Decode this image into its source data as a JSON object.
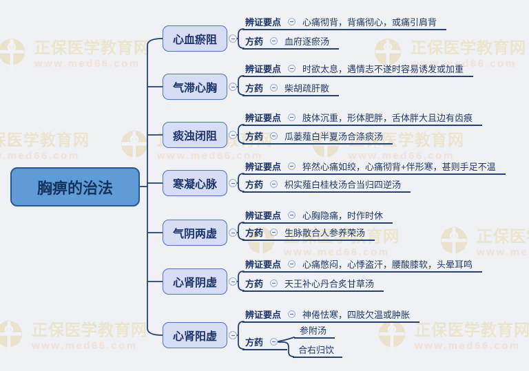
{
  "page": {
    "background": "#F0F1F5"
  },
  "colors": {
    "line": "#24406F",
    "root_fill": "#5F9CD6",
    "root_border": "#2A5794",
    "branch_fill": "#D7DDF5",
    "branch_border": "#4D73B8",
    "text": "#203A68",
    "watermark_brand": "#EBE4CE",
    "watermark_url": "#F2E2D8"
  },
  "watermark": {
    "brand": "正保医学教育网",
    "url": "www.med66.com"
  },
  "root": {
    "label": "胸痹的治法"
  },
  "labels": {
    "key_points": "辨证要点",
    "prescription": "方药"
  },
  "branches": [
    {
      "label": "心血瘀阻",
      "key_points": "心痛彻背，背痛彻心，或痛引肩背",
      "prescription": "血府逐瘀汤"
    },
    {
      "label": "气滞心胸",
      "key_points": "时欲太息，遇情志不遂时容易诱发或加重",
      "prescription": "柴胡疏肝散"
    },
    {
      "label": "痰浊闭阻",
      "key_points": "肢体沉重，形体肥胖，舌体胖大且边有齿痕",
      "prescription": "瓜蒌薤白半夏汤合涤痰汤"
    },
    {
      "label": "寒凝心脉",
      "key_points": "猝然心痛如绞，心痛彻背+伴形寒，甚则手足不温",
      "prescription": "枳实薤白桂枝汤合当归四逆汤"
    },
    {
      "label": "气阴两虚",
      "key_points": "心胸隐痛，时作时休",
      "prescription": "生脉散合人参养荣汤"
    },
    {
      "label": "心肾阴虚",
      "key_points": "心痛憋闷，心悸盗汗，腰酸膝软，头晕耳鸣",
      "prescription": "天王补心丹合炙甘草汤"
    },
    {
      "label": "心肾阳虚",
      "key_points": "神倦怯寒，四肢欠温或肿胀",
      "prescriptions": [
        "参附汤",
        "合右归饮"
      ]
    }
  ]
}
